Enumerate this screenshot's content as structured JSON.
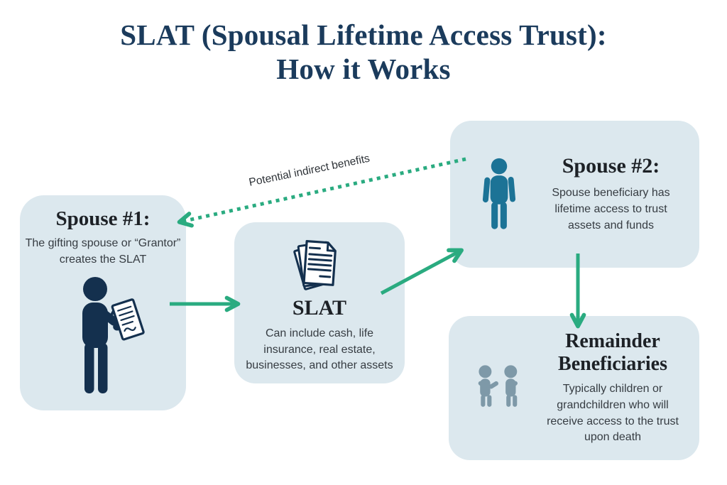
{
  "title": {
    "line1": "SLAT (Spousal Lifetime Access Trust):",
    "line2": "How it Works"
  },
  "boxes": {
    "spouse1": {
      "heading": "Spouse #1:",
      "body": "The gifting spouse or “Grantor” creates the SLAT",
      "icon": "person-writing-icon"
    },
    "slat": {
      "heading": "SLAT",
      "body": "Can include cash, life insurance, real estate, businesses, and other assets",
      "icon": "documents-stack-icon"
    },
    "spouse2": {
      "heading": "Spouse #2:",
      "body": "Spouse beneficiary has lifetime access to trust assets and funds",
      "icon": "standing-person-icon"
    },
    "remainder": {
      "heading": "Remainder Beneficiaries",
      "body": "Typically children or grandchildren who will receive access to the trust upon death",
      "icon": "children-holding-hands-icon"
    }
  },
  "arrows": {
    "dotted_label": "Potential indirect benefits",
    "flow": [
      "spouse1 -> slat",
      "slat -> spouse2",
      "spouse2 -> remainder",
      "spouse2 -> spouse1 (dotted, potential indirect benefits)"
    ]
  },
  "colors": {
    "card_background": "#dce8ee",
    "title_navy": "#1b3b5c",
    "icon_navy": "#14304e",
    "icon_teal": "#1c7396",
    "icon_slate": "#7e99a8",
    "arrow_green": "#2aab80",
    "heading_text": "#1d2126",
    "body_text": "#363c42"
  }
}
